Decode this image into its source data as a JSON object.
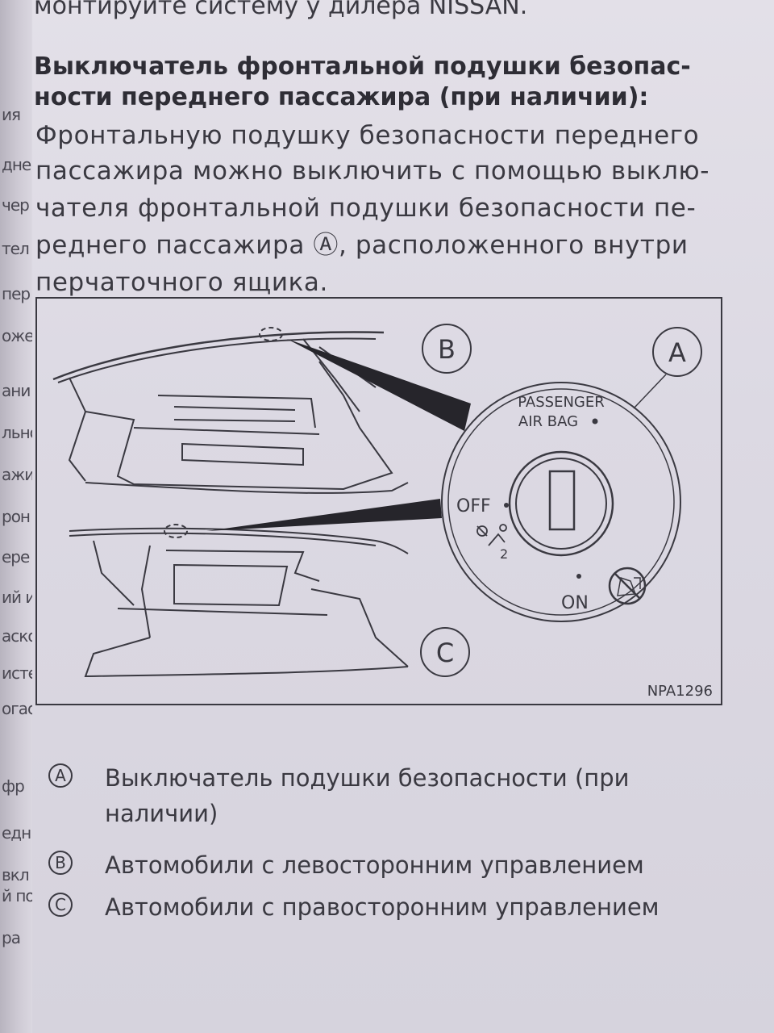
{
  "page": {
    "top_line": "монтируйте систему у дилера NISSAN.",
    "gutter_fragments": [
      "ия",
      "дне",
      "чер",
      "тел",
      "пер",
      "оже",
      "ани",
      "льно",
      "ажир",
      "рон",
      "ере",
      "ий и",
      "аско",
      "исте",
      "огас",
      "фр",
      "едн",
      "вкл",
      "й по",
      "ра"
    ],
    "heading_lines": [
      "Выключатель фронтальной подушки безопас-",
      "ности переднего пассажира (при наличии):"
    ],
    "body_lines": [
      "Фронтальную подушку безопасности переднего",
      "пассажира можно выключить с помощью выклю-",
      "чателя фронтальной подушки безопасности пе-",
      "реднего пассажира Ⓐ, расположенного внутри",
      "перчаточного ящика."
    ]
  },
  "figure": {
    "callout_b": "B",
    "callout_a": "A",
    "callout_c": "C",
    "switch_label_1": "PASSENGER",
    "switch_label_2": "AIR BAG",
    "off_label": "OFF",
    "on_label": "ON",
    "figure_code": "NPA1296",
    "icons": [
      "airbag-off-icon",
      "child-seat-icon",
      "key-slot"
    ]
  },
  "legend": [
    {
      "mark": "A",
      "line1": "Выключатель подушки безопасности (при",
      "line2": "наличии)"
    },
    {
      "mark": "B",
      "line1": "Автомобили с левосторонним управлением"
    },
    {
      "mark": "C",
      "line1": "Автомобили с правосторонним управлением"
    }
  ]
}
